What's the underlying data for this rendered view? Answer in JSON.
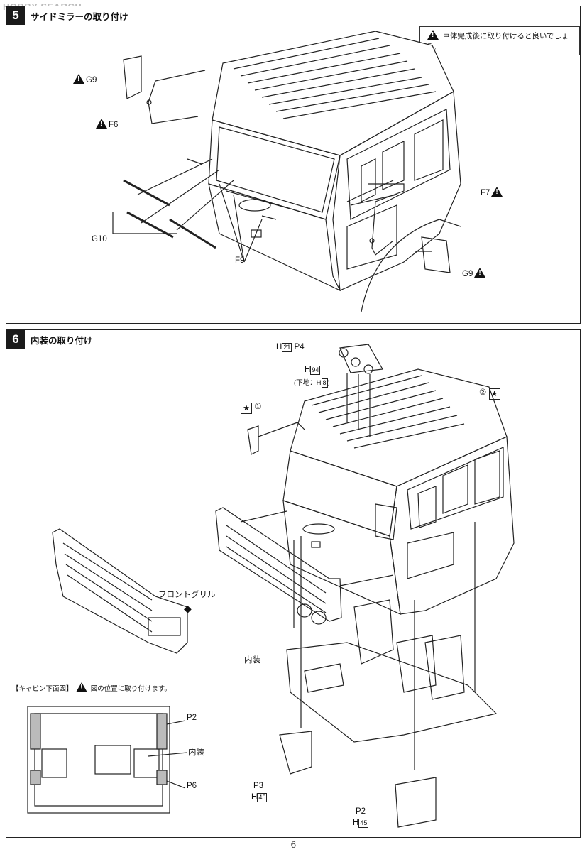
{
  "watermark": "HOBBY SEARCH",
  "step5": {
    "number": "5",
    "title": "サイドミラーの取り付け",
    "note": "車体完成後に取り付けると良いでしょう。",
    "labels": {
      "g9_left": "G9",
      "f6": "F6",
      "g10": "G10",
      "f9": "F9",
      "f7": "F7",
      "g9_right": "G9"
    }
  },
  "step6": {
    "number": "6",
    "title": "内装の取り付け",
    "labels": {
      "h21": "H",
      "h21_num": "21",
      "p4": "P4",
      "h94": "H",
      "h94_num": "94",
      "shitaji": "(下地：H",
      "shitaji_num": "8",
      "shitaji_end": ")",
      "star1": "①",
      "star2": "②",
      "front_grill": "フロントグリル",
      "naisou": "内装",
      "p3": "P3",
      "p3_h": "H",
      "p3_h_num": "45",
      "p2": "P2",
      "p2_h": "H",
      "p2_h_num": "45"
    },
    "underside": {
      "title": "【キャビン下面図】",
      "note": "図の位置に取り付けます。",
      "p2": "P2",
      "naisou": "内装",
      "p6": "P6"
    }
  },
  "page_number": "6"
}
